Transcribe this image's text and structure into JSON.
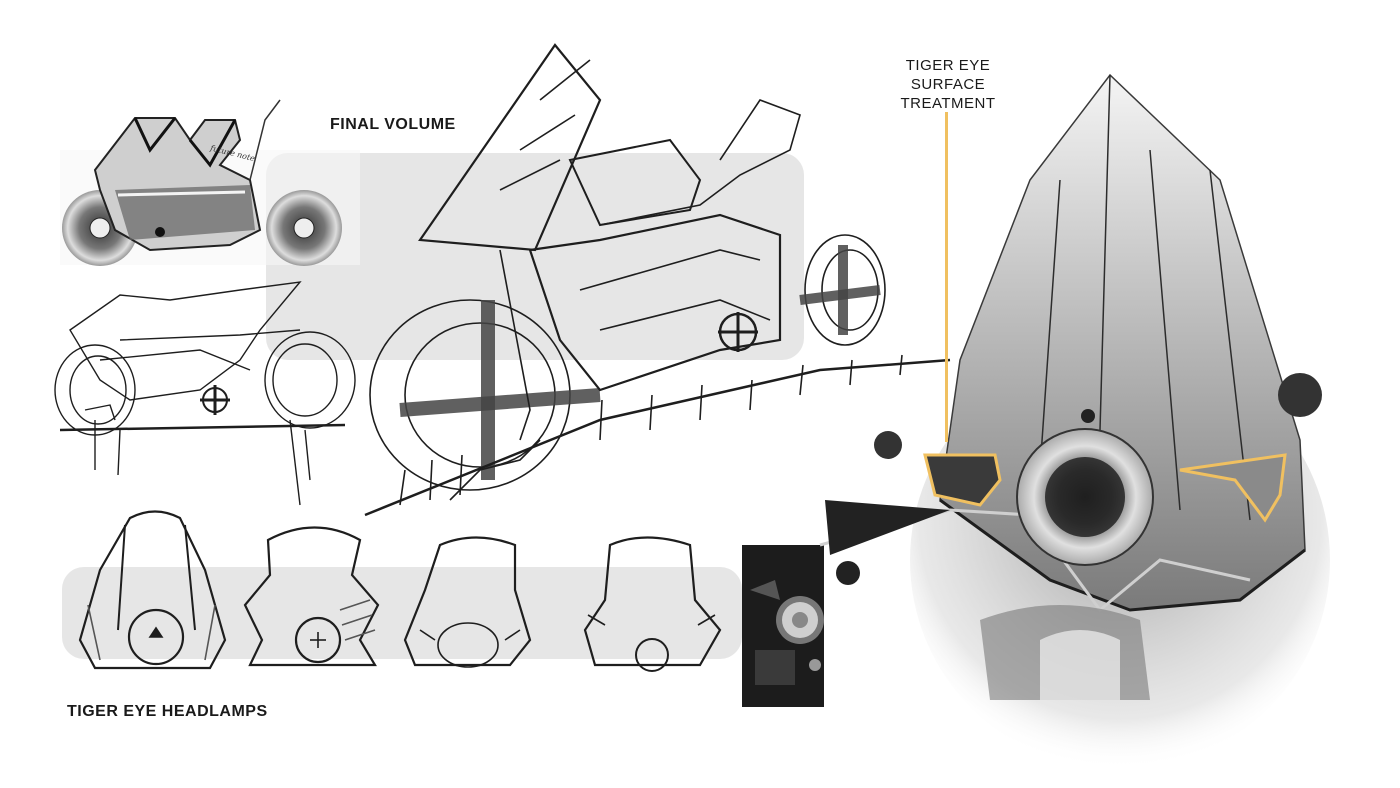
{
  "labels": {
    "final_volume": "FINAL VOLUME",
    "tiger_eye_headlamps": "TIGER EYE HEADLAMPS",
    "tiger_eye_surface_line1": "TIGER EYE SURFACE",
    "tiger_eye_surface_line2": "TREATMENT"
  },
  "colors": {
    "callout_accent": "#f0c060",
    "panel_gray": "#e6e6e6",
    "sketch_ink": "#1e1e1e"
  },
  "icons": {
    "headlamp_1": "headlamp-sketch-icon",
    "headlamp_2": "headlamp-sketch-icon",
    "headlamp_3": "headlamp-sketch-icon",
    "headlamp_4": "headlamp-sketch-icon",
    "reference_photo": "vintage-headlamp-photo",
    "render": "fairing-render"
  }
}
